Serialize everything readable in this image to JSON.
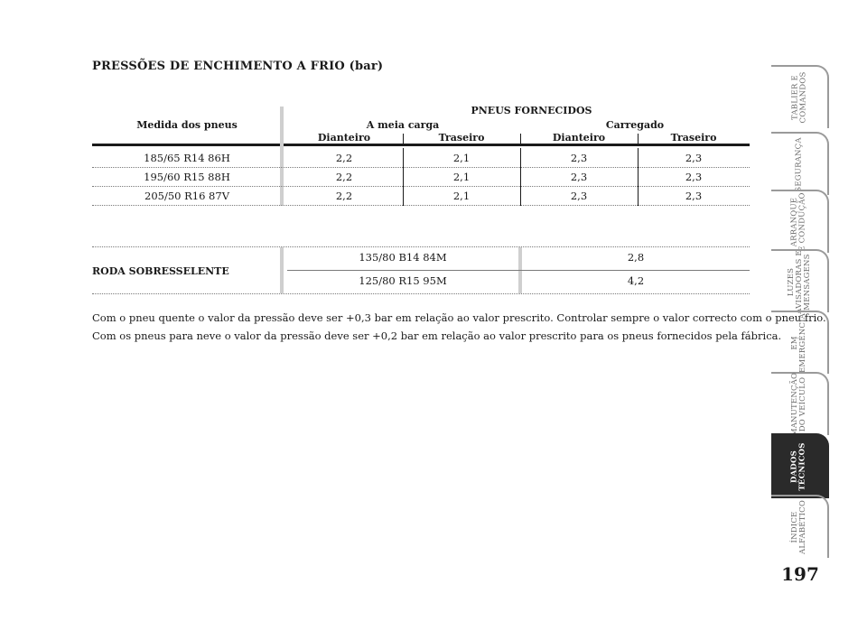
{
  "title": "PRESSÕES DE ENCHIMENTO A FRIO (bar)",
  "table": {
    "measure_header": "Medida dos pneus",
    "supplied_header": "PNEUS FORNECIDOS",
    "half_load_header": "A meia carga",
    "loaded_header": "Carregado",
    "front_header": "Dianteiro",
    "rear_header": "Traseiro",
    "rows": [
      {
        "size": "185/65 R14 86H",
        "half_front": "2,2",
        "half_rear": "2,1",
        "load_front": "2,3",
        "load_rear": "2,3"
      },
      {
        "size": "195/60 R15 88H",
        "half_front": "2,2",
        "half_rear": "2,1",
        "load_front": "2,3",
        "load_rear": "2,3"
      },
      {
        "size": "205/50 R16 87V",
        "half_front": "2,2",
        "half_rear": "2,1",
        "load_front": "2,3",
        "load_rear": "2,3"
      }
    ]
  },
  "spare": {
    "label": "RODA SOBRESSELENTE",
    "rows": [
      {
        "size": "135/80 B14 84M",
        "pressure": "2,8"
      },
      {
        "size": "125/80 R15 95M",
        "pressure": "4,2"
      }
    ]
  },
  "notes": [
    "Com o pneu quente o valor da pressão deve ser +0,3 bar em relação ao valor prescrito. Controlar sempre o valor correcto com o pneu frio.",
    "Com os pneus para neve o valor da pressão deve ser +0,2 bar em relação ao valor prescrito para os pneus fornecidos pela fábrica."
  ],
  "side_index": [
    {
      "label": "TABLIER E\nCOMANDOS",
      "active": false
    },
    {
      "label": "SEGURANÇA",
      "active": false
    },
    {
      "label": "ARRANQUE\nE CONDUÇÃO",
      "active": false
    },
    {
      "label": "LUZES\nAVISADORAS E\nMENSAGENS",
      "active": false
    },
    {
      "label": "EM\nEMERGÊNCIA",
      "active": false
    },
    {
      "label": "MANUTENÇÃO\nDO VEÍCULO",
      "active": false
    },
    {
      "label": "DADOS\nTÉCNICOS",
      "active": true
    },
    {
      "label": "ÍNDICE\nALFABÉTICO",
      "active": false
    }
  ],
  "page_number": "197",
  "colors": {
    "active_tab": "#2a2a2a",
    "tab_border": "#9a9a9a",
    "column_bar": "#cfcfcf"
  }
}
